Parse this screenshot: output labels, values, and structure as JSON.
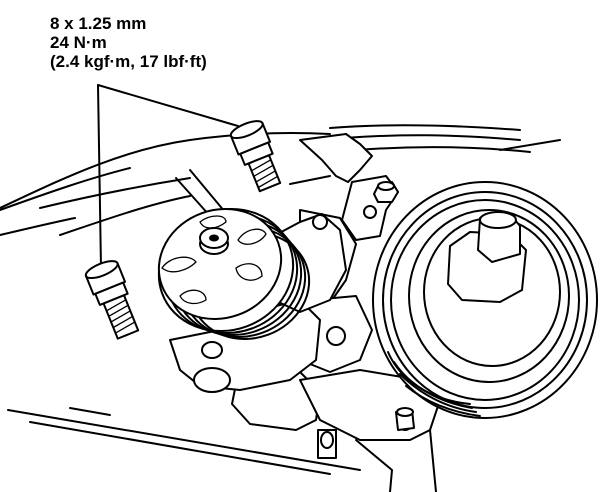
{
  "bolt_spec": {
    "size": "8 x 1.25 mm",
    "torque_nm": "24 N·m",
    "torque_alt": "(2.4 kgf·m, 17 lbf·ft)"
  }
}
